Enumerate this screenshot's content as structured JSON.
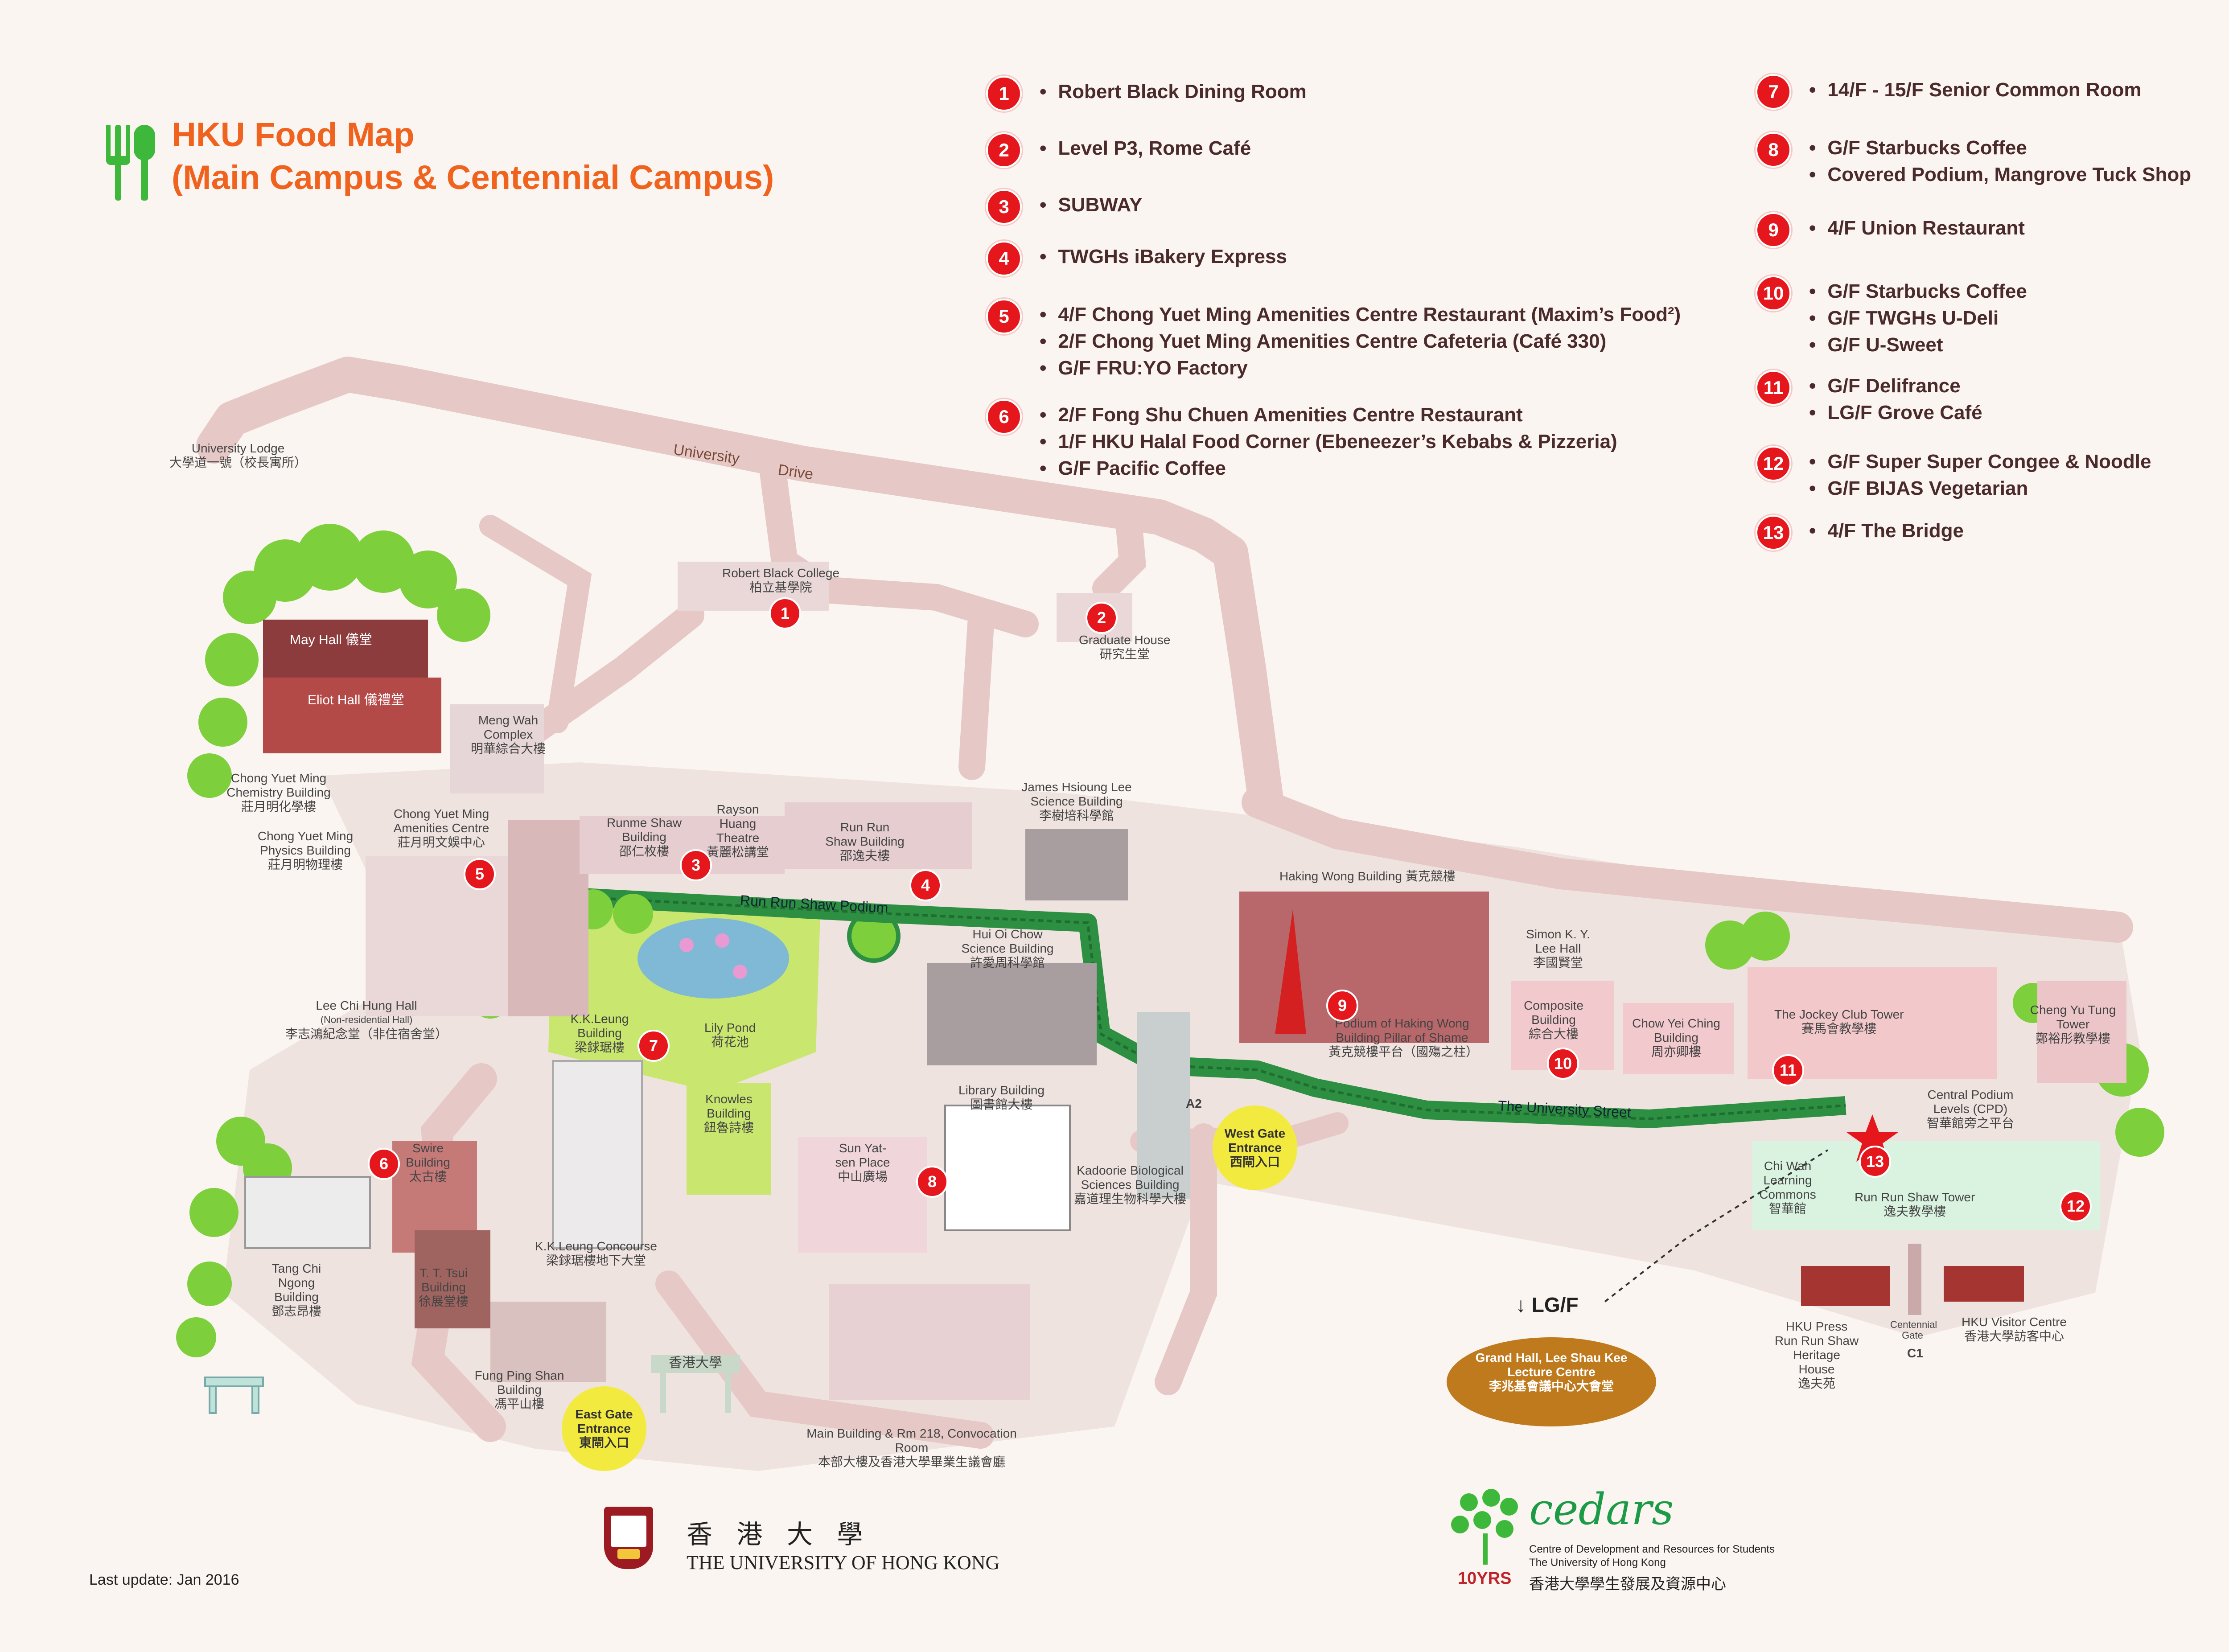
{
  "title": {
    "line1": "HKU Food Map",
    "line2": "(Main Campus & Centennial Campus)"
  },
  "legend": [
    {
      "num": "1",
      "items": [
        "Robert Black Dining Room"
      ]
    },
    {
      "num": "2",
      "items": [
        "Level P3, Rome Café"
      ]
    },
    {
      "num": "3",
      "items": [
        "SUBWAY"
      ]
    },
    {
      "num": "4",
      "items": [
        "TWGHs iBakery Express"
      ]
    },
    {
      "num": "5",
      "items": [
        "4/F Chong Yuet Ming Amenities Centre Restaurant (Maxim’s Food²)",
        "2/F Chong Yuet Ming Amenities Centre Cafeteria (Café 330)",
        "G/F FRU:YO Factory"
      ]
    },
    {
      "num": "6",
      "items": [
        "2/F Fong Shu Chuen Amenities Centre Restaurant",
        "1/F HKU Halal Food Corner (Ebeneezer’s Kebabs & Pizzeria)",
        "G/F Pacific Coffee"
      ]
    },
    {
      "num": "7",
      "items": [
        "14/F - 15/F Senior Common Room"
      ]
    },
    {
      "num": "8",
      "items": [
        "G/F Starbucks Coffee",
        "Covered Podium, Mangrove Tuck Shop"
      ]
    },
    {
      "num": "9",
      "items": [
        "4/F Union Restaurant"
      ]
    },
    {
      "num": "10",
      "items": [
        "G/F Starbucks Coffee",
        "G/F TWGHs U-Deli",
        "G/F U-Sweet"
      ]
    },
    {
      "num": "11",
      "items": [
        "G/F Delifrance",
        "LG/F Grove Café"
      ]
    },
    {
      "num": "12",
      "items": [
        "G/F Super Super Congee & Noodle",
        "G/F BIJAS Vegetarian"
      ]
    },
    {
      "num": "13",
      "items": [
        "4/F The Bridge"
      ]
    }
  ],
  "roads": {
    "university_drive_1": "University",
    "university_drive_2": "Drive",
    "run_run_shaw_podium": "Run Run Shaw Podium",
    "university_street": "The University Street"
  },
  "places": {
    "university_lodge": {
      "en": "University Lodge",
      "zh": "大學道一號（校長寓所）"
    },
    "robert_black": {
      "en": "Robert Black College",
      "zh": "柏立基學院"
    },
    "graduate_house": {
      "en": "Graduate House",
      "zh": "研究生堂"
    },
    "may_hall": {
      "en": "May Hall 儀堂",
      "zh": ""
    },
    "eliot_hall": {
      "en": "Eliot Hall 儀禮堂",
      "zh": ""
    },
    "meng_wah": {
      "en": "Meng Wah Complex",
      "zh": "明華綜合大樓"
    },
    "cym_chem": {
      "en": "Chong Yuet Ming Chemistry Building",
      "zh": "莊月明化學樓"
    },
    "cym_phys": {
      "en": "Chong Yuet Ming Physics Building",
      "zh": "莊月明物理樓"
    },
    "cym_amenities": {
      "en": "Chong Yuet Ming Amenities Centre",
      "zh": "莊月明文娛中心"
    },
    "runme_shaw": {
      "en": "Runme Shaw Building",
      "zh": "邵仁枚樓"
    },
    "rayson_huang": {
      "en": "Rayson Huang Theatre",
      "zh": "黃麗松講堂"
    },
    "run_run_shaw_bldg": {
      "en": "Run Run Shaw Building",
      "zh": "邵逸夫樓"
    },
    "james_lee": {
      "en": "James Hsioung Lee Science Building",
      "zh": "李樹培科學館"
    },
    "hui_oi_chow": {
      "en": "Hui Oi Chow Science Building",
      "zh": "許愛周科學館"
    },
    "haking_wong": {
      "en": "Haking Wong Building 黃克競樓",
      "zh": ""
    },
    "simon_lee": {
      "en": "Simon K. Y. Lee Hall",
      "zh": "李國賢堂"
    },
    "lee_chi_hung": {
      "en": "Lee Chi Hung Hall",
      "sub": "(Non-residential Hall)",
      "zh": "李志鴻紀念堂（非住宿舍堂）"
    },
    "kk_leung": {
      "en": "K.K.Leung Building",
      "zh": "梁銶琚樓"
    },
    "lily_pond": {
      "en": "Lily Pond",
      "zh": "荷花池"
    },
    "knowles": {
      "en": "Knowles Building",
      "zh": "鈕魯詩樓"
    },
    "library": {
      "en": "Library Building",
      "zh": "圖書館大樓"
    },
    "kadoorie": {
      "en": "Kadoorie Biological Sciences Building",
      "zh": "嘉道理生物科學大樓"
    },
    "pillar": {
      "en": "Podium of Haking Wong Building Pillar of Shame",
      "zh": "黃克競樓平台（國殤之柱）"
    },
    "composite": {
      "en": "Composite Building",
      "zh": "綜合大樓"
    },
    "chow_yei_ching": {
      "en": "Chow Yei Ching Building",
      "zh": "周亦卿樓"
    },
    "jockey_club": {
      "en": "The Jockey Club Tower",
      "zh": "賽馬會教學樓"
    },
    "cheng_yu_tung": {
      "en": "Cheng Yu Tung Tower",
      "zh": "鄭裕彤教學樓"
    },
    "central_podium": {
      "en": "Central Podium Levels (CPD)",
      "zh": "智華館旁之平台"
    },
    "chi_wah": {
      "en": "Chi Wah Learning Commons",
      "zh": "智華館"
    },
    "rrs_tower": {
      "en": "Run Run Shaw Tower",
      "zh": "逸夫教學樓"
    },
    "swire": {
      "en": "Swire Building",
      "zh": "太古樓"
    },
    "sun_yat_sen": {
      "en": "Sun Yat-sen Place",
      "zh": "中山廣場"
    },
    "tang_chi_ngong": {
      "en": "Tang Chi Ngong Building",
      "zh": "鄧志昂樓"
    },
    "tt_tsui": {
      "en": "T. T. Tsui Building",
      "zh": "徐展堂樓"
    },
    "kk_concourse": {
      "en": "K.K.Leung Concourse",
      "zh": "梁銶琚樓地下大堂"
    },
    "fung_ping_shan": {
      "en": "Fung Ping Shan Building",
      "zh": "馮平山樓"
    },
    "main_building": {
      "en": "Main Building & Rm 218, Convocation Room",
      "zh": "本部大樓及香港大學畢業生議會廳"
    },
    "hku_press": {
      "en": "HKU Press Run Run Shaw Heritage House",
      "zh": "逸夫苑"
    },
    "centennial_gate": {
      "en": "Centennial Gate",
      "zh": ""
    },
    "visitor_centre": {
      "en": "HKU Visitor Centre",
      "zh": "香港大學訪客中心"
    },
    "gate_sign": {
      "en": "香港大學",
      "zh": ""
    }
  },
  "gates": {
    "west": {
      "en": "West Gate Entrance",
      "zh": "西閘入口"
    },
    "east": {
      "en": "East Gate Entrance",
      "zh": "東閘入口"
    }
  },
  "mtr": {
    "a2": "A2",
    "c1": "C1"
  },
  "lgf": {
    "arrow_label": "↓ LG/F",
    "grand_hall": "Grand Hall, Lee Shau Kee Lecture Centre",
    "grand_hall_zh": "李兆基會議中心大會堂"
  },
  "footer": {
    "last_update": "Last update: Jan 2016",
    "hku_zh": "香 港 大 學",
    "hku_en": "THE UNIVERSITY OF HONG KONG",
    "cedars_logo": "cedars",
    "cedars_line1": "Centre of Development and Resources for Students",
    "cedars_line2": "The University of Hong Kong",
    "cedars_zh": "香港大學學生發展及資源中心",
    "cedars_years": "10YRS"
  },
  "colors": {
    "road": "#e6c9c7",
    "road_edge": "#d6a9a6",
    "podium_green": "#2d8f42",
    "grass": "#c9e66e",
    "tree": "#7dcf3c",
    "marker_red": "#e5171c",
    "title_orange": "#f0631f",
    "gate_yellow": "#f3ea3f",
    "lgf_brown": "#c07a1e"
  }
}
